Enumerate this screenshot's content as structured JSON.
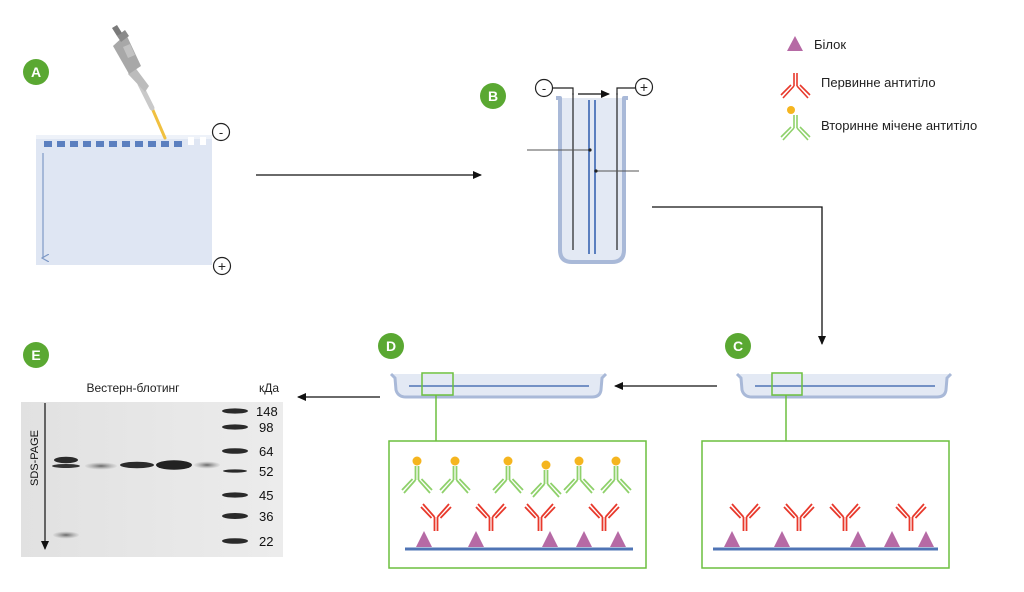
{
  "steps": {
    "a": "A",
    "b": "B",
    "c": "C",
    "d": "D",
    "e": "E"
  },
  "electrodes": {
    "negative": "-",
    "positive": "+"
  },
  "legend": {
    "protein": "Білок",
    "primary_antibody": "Первинне антитіло",
    "secondary_antibody": "Вторинне мічене антитіло"
  },
  "blot": {
    "title": "Вестерн-блотинг",
    "unit": "кДа",
    "axis_label": "SDS-PAGE",
    "markers": [
      "148",
      "98",
      "64",
      "52",
      "45",
      "36",
      "22"
    ]
  },
  "colors": {
    "step_badge": "#5aa832",
    "gel": "#dfe6f3",
    "well": "#5b7fbf",
    "tank": "#e3e9f4",
    "tank_outline": "#a9b9d8",
    "membrane": "#4f74b5",
    "frame": "#6cbf3f",
    "protein": "#b66aa5",
    "primary": "#e8392c",
    "secondary": "#8fd16b",
    "label_dot": "#f5b51f",
    "blot_bg": "#e8e8e8"
  }
}
